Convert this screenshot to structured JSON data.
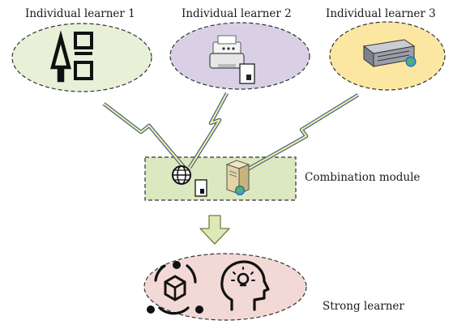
{
  "learners": [
    {
      "label": "Individual learner 1",
      "icon": "tree-list-icon",
      "fill": "#e8f0d8"
    },
    {
      "label": "Individual learner 2",
      "icon": "printer-icon",
      "fill": "#d9d0e6"
    },
    {
      "label": "Individual learner 3",
      "icon": "server-rack-icon",
      "fill": "#fbe7a2"
    }
  ],
  "combination": {
    "label": "Combination module",
    "fill": "#dbe8c0"
  },
  "strong": {
    "label": "Strong learner",
    "fill": "#f2d9d6"
  },
  "colors": {
    "link_blue": "#3d5a96",
    "link_yellow": "#eef08a",
    "arrow_fill": "#dfe9b8",
    "arrow_stroke": "#6f7f3a"
  }
}
